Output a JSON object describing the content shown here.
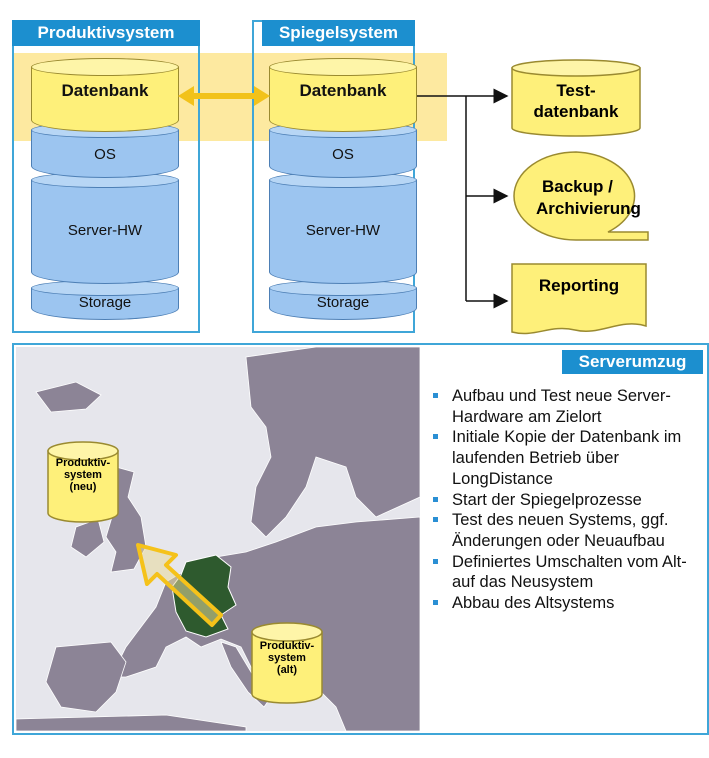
{
  "top": {
    "prod_header": "Produktivsystem",
    "mirror_header": "Spiegelsystem",
    "prod_stack": {
      "db": "Datenbank",
      "os": "OS",
      "hw": "Server-HW",
      "storage": "Storage"
    },
    "mirror_stack": {
      "db": "Datenbank",
      "os": "OS",
      "hw": "Server-HW",
      "storage": "Storage"
    },
    "targets": {
      "test_db_line1": "Test-",
      "test_db_line2": "datenbank",
      "backup_line1": "Backup /",
      "backup_line2": "Archivierung",
      "reporting": "Reporting"
    }
  },
  "bottom": {
    "title": "Serverumzug",
    "map_new_line1": "Produktiv-",
    "map_new_line2": "system",
    "map_new_line3": "(neu)",
    "map_old_line1": "Produktiv-",
    "map_old_line2": "system",
    "map_old_line3": "(alt)",
    "steps": [
      "Aufbau und Test neue Server-Hardware  am Zielort",
      "Initiale Kopie der Datenbank im laufenden Betrieb über LongDistance",
      "Start der Spiegelprozesse",
      "Test des neuen Systems, ggf. Änderungen oder Neuaufbau",
      "Definiertes Umschalten vom Alt- auf das Neusystem",
      "Abbau des Altsystems"
    ]
  },
  "colors": {
    "header_blue": "#1c8fcf",
    "db_yellow": "#fef07a",
    "stack_blue": "#9cc5f0",
    "band_yellow": "#fde9a0",
    "germany_green": "#2e5a2e"
  }
}
